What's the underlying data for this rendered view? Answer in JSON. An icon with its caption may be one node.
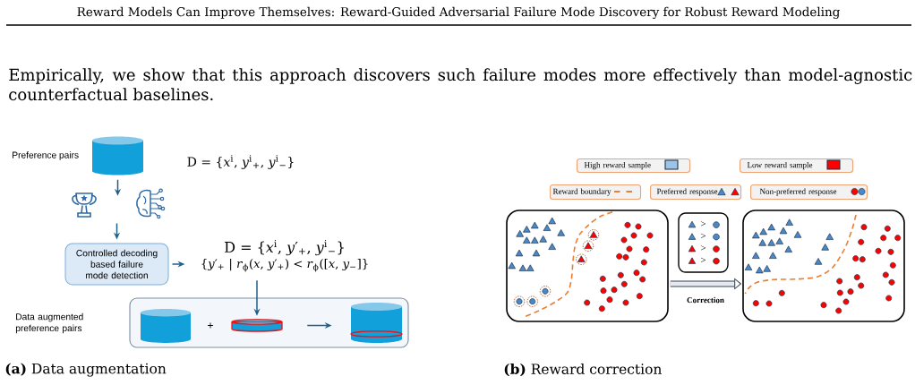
{
  "diagram": {
    "title": "Reward Models Can Improve Themselves: Reward-Guided Adversarial Failure Mode Discovery for Robust Reward Modeling",
    "nodes": [
      {
        "text": [],
        "shape": "cylinder",
        "beside": [
          "Preference pairs"
        ]
      },
      {
        "text": [
          "Controlled decoding based failure mode detection"
        ]
      },
      {
        "text": [
          "D = {*x*$^{i}$, *y*′$_{+}$, *y*$^{i}$$_{−}$}",
          "{*y*′$_{+}$ | *r*$_{ϕ}$(*x*, *y*′$_{+}$) < *r*$_{ϕ}$([*x*, *y*$_{−}$]}"
        ]
      },
      {
        "text": [],
        "shape": "box"
      },
      {
        "text": [],
        "shape": "cylinder",
        "in": 3
      },
      {
        "text": [],
        "shape": "cylinder",
        "in": 3
      },
      {
        "text": [],
        "shape": "cylinder",
        "in": 3
      },
      {
        "text": [],
        "shape": "box"
      },
      {
        "text": [
          ">",
          ">",
          ">",
          ">"
        ]
      },
      {
        "text": [],
        "shape": "box"
      }
    ],
    "edges": [
      {
        "from": 0,
        "to": null,
        "arrow": "to"
      },
      {
        "from": null,
        "to": 1,
        "arrow": "to"
      },
      {
        "from": 1,
        "to": 2,
        "arrow": "to"
      },
      {
        "from": 2,
        "to": 5,
        "arrow": "to"
      },
      {
        "from": 5,
        "to": 6,
        "arrow": "to"
      },
      {
        "from": 7,
        "to": 9,
        "arrow": "to",
        "label": "Correction",
        "style": "thick",
        "color": "#3a4654"
      }
    ],
    "labels": [
      "Empirically, we show that this approach discovers such failure modes more effectively than model-agnostic counterfactual baselines.",
      "D = {*x*$^{i}$, *y*$^{i}$$_{+}$, *y*$^{i}$$_{−}$}",
      "Data augmented preference pairs",
      "+",
      "**(a)** Data augmentation",
      "**(b)** Reward correction"
    ],
    "legend": [
      {
        "text": "High reward sample",
        "color": "#9dc3e6"
      },
      {
        "text": "Low reward sample",
        "color": "#ff0000"
      },
      {
        "text": "Reward boundary"
      },
      {
        "text": "Preferred response"
      },
      {
        "text": "Non-preferred response"
      }
    ]
  }
}
